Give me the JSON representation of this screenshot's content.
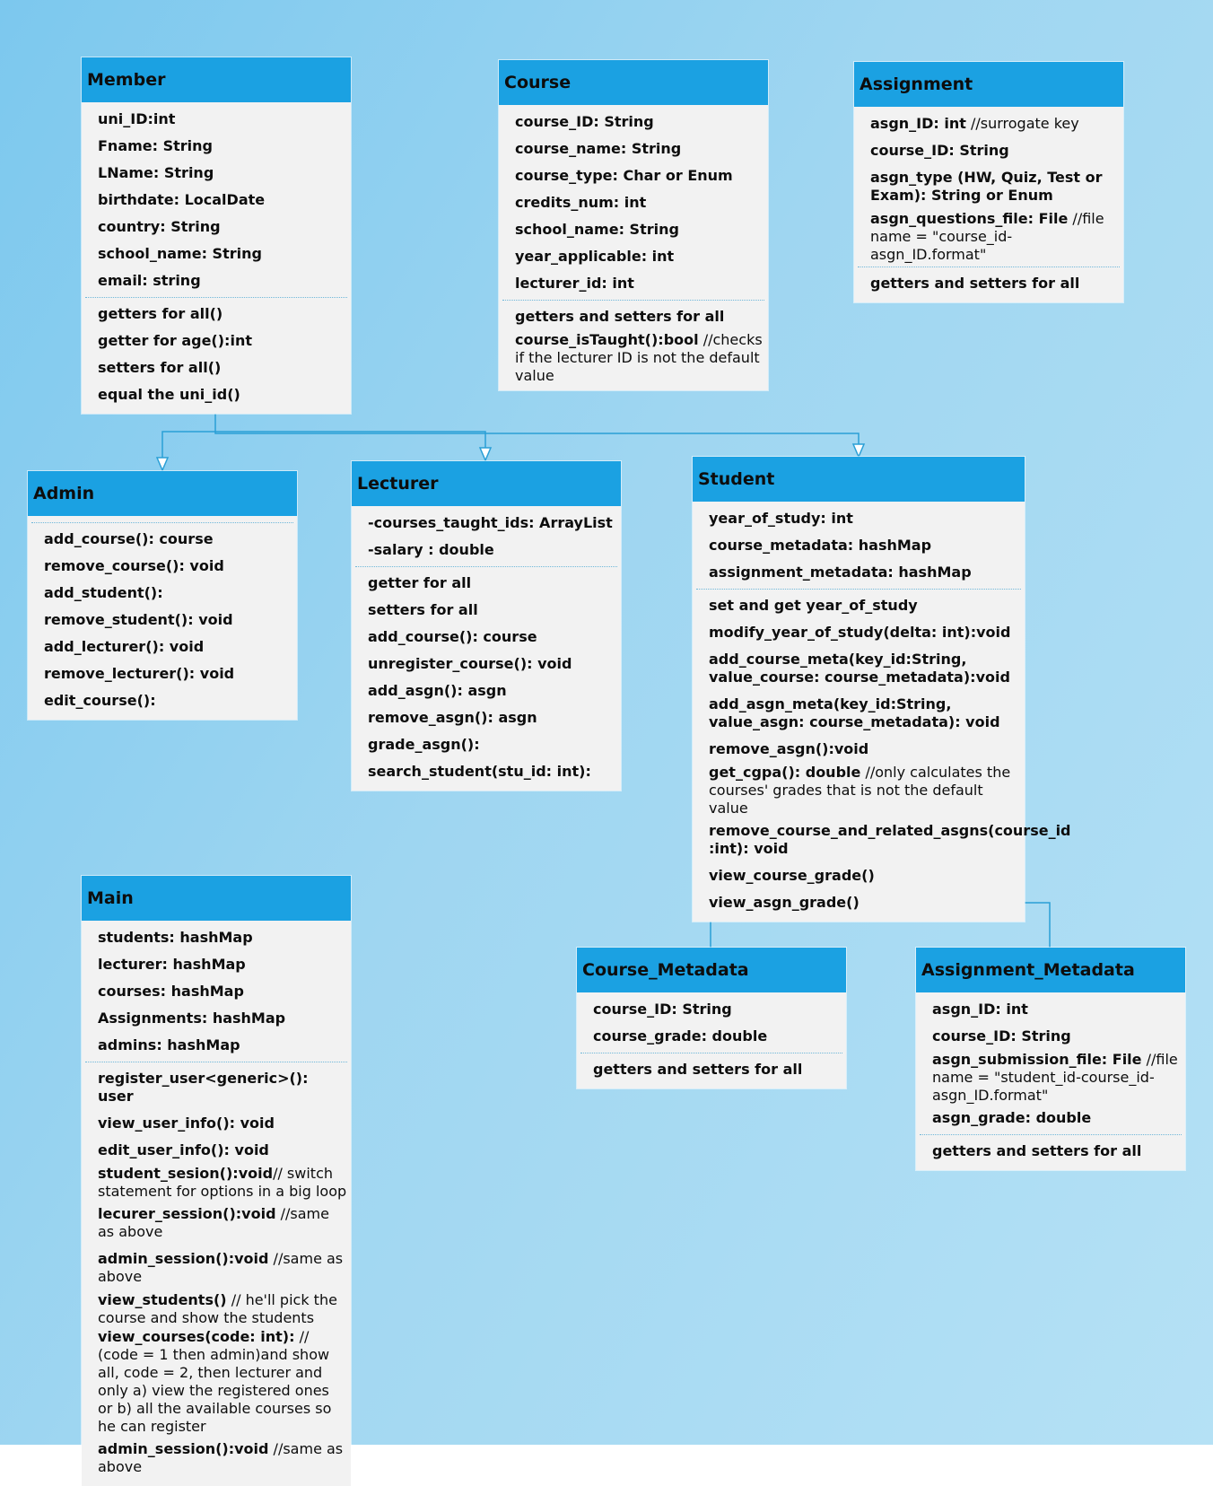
{
  "classes": {
    "member": {
      "name": "Member",
      "attributes": [
        {
          "b": "uni_ID:int"
        },
        {
          "b": "Fname: String"
        },
        {
          "b": "LName: String"
        },
        {
          "b": "birthdate: LocalDate"
        },
        {
          "b": "country: String"
        },
        {
          "b": "school_name: String"
        },
        {
          "b": "email: string"
        }
      ],
      "methods": [
        {
          "b": "getters for all()"
        },
        {
          "b": "getter for age():int"
        },
        {
          "b": "setters for all()"
        },
        {
          "b": "equal the uni_id()"
        }
      ]
    },
    "course": {
      "name": "Course",
      "attributes": [
        {
          "b": "course_ID: String"
        },
        {
          "b": "course_name: String"
        },
        {
          "b": "course_type: Char or Enum"
        },
        {
          "b": "credits_num: int"
        },
        {
          "b": "school_name: String"
        },
        {
          "b": "year_applicable: int"
        },
        {
          "b": "lecturer_id: int"
        }
      ],
      "methods": [
        {
          "b": "getters and setters for all"
        },
        {
          "b": "course_isTaught():bool",
          "c": " //checks if the lecturer ID is not the default value"
        }
      ]
    },
    "assignment": {
      "name": "Assignment",
      "attributes": [
        {
          "b": "asgn_ID: int",
          "c": " //surrogate key"
        },
        {
          "b": "course_ID: String"
        },
        {
          "b": "asgn_type (HW, Quiz, Test or Exam): String or Enum"
        },
        {
          "b": "asgn_questions_file: File",
          "c": " //file name = \"course_id-asgn_ID.format\""
        }
      ],
      "methods": [
        {
          "b": "getters and setters for all"
        }
      ]
    },
    "admin": {
      "name": "Admin",
      "attributes": [],
      "methods": [
        {
          "b": "add_course(): course"
        },
        {
          "b": "remove_course(): void"
        },
        {
          "b": "add_student():"
        },
        {
          "b": "remove_student(): void"
        },
        {
          "b": "add_lecturer(): void"
        },
        {
          "b": "remove_lecturer(): void"
        },
        {
          "b": "edit_course():"
        }
      ]
    },
    "lecturer": {
      "name": "Lecturer",
      "attributes": [
        {
          "b": "-courses_taught_ids: ArrayList"
        },
        {
          "b": "-salary : double"
        }
      ],
      "methods": [
        {
          "b": "getter for all"
        },
        {
          "b": "setters for all"
        },
        {
          "b": "add_course(): course"
        },
        {
          "b": "unregister_course(): void"
        },
        {
          "b": "add_asgn(): asgn"
        },
        {
          "b": "remove_asgn(): asgn"
        },
        {
          "b": "grade_asgn():"
        },
        {
          "b": "search_student(stu_id: int):"
        }
      ]
    },
    "student": {
      "name": "Student",
      "attributes": [
        {
          "b": "year_of_study: int"
        },
        {
          "b": "course_metadata: hashMap"
        },
        {
          "b": "assignment_metadata: hashMap"
        }
      ],
      "methods": [
        {
          "b": "set and get year_of_study"
        },
        {
          "b": "modify_year_of_study(delta: int):void"
        },
        {
          "b": "add_course_meta(key_id:String, value_course: course_metadata):void"
        },
        {
          "b": "add_asgn_meta(key_id:String, value_asgn: course_metadata): void"
        },
        {
          "b": "remove_asgn():void"
        },
        {
          "b": "get_cgpa(): double",
          "c": " //only calculates the courses' grades that is not the default value"
        },
        {
          "b": "remove_course_and_related_asgns(course_id :int): void"
        },
        {
          "b": "view_course_grade()"
        },
        {
          "b": "view_asgn_grade()"
        }
      ]
    },
    "main": {
      "name": "Main",
      "attributes": [
        {
          "b": "students: hashMap"
        },
        {
          "b": "lecturer: hashMap"
        },
        {
          "b": "courses: hashMap"
        },
        {
          "b": "Assignments: hashMap"
        },
        {
          "b": "admins: hashMap"
        }
      ],
      "methods": [
        {
          "b": "register_user<generic>(): user"
        },
        {
          "b": "view_user_info(): void"
        },
        {
          "b": "edit_user_info(): void"
        },
        {
          "b": "student_sesion():void",
          "c": "// switch statement for options in a big loop"
        },
        {
          "b": "lecurer_session():void",
          "c": " //same as above"
        },
        {
          "b": "admin_session():void",
          "c": " //same as above"
        },
        {
          "b": "view_students()",
          "c": " // he'll pick the course and show the students"
        },
        {
          "b": "view_courses(code: int):",
          "c": " // (code = 1 then admin)and show all, code = 2, then lecturer and only a) view the registered ones or b) all the available courses so he can register"
        },
        {
          "b": "admin_session():void",
          "c": " //same as above"
        }
      ]
    },
    "course_metadata": {
      "name": "Course_Metadata",
      "attributes": [
        {
          "b": "course_ID: String"
        },
        {
          "b": "course_grade: double"
        }
      ],
      "methods": [
        {
          "b": "getters and setters for all"
        }
      ]
    },
    "assignment_metadata": {
      "name": "Assignment_Metadata",
      "attributes": [
        {
          "b": "asgn_ID: int"
        },
        {
          "b": "course_ID: String"
        },
        {
          "b": "asgn_submission_file: File",
          "c": " //file name = \"student_id-course_id-asgn_ID.format\""
        },
        {
          "b": "asgn_grade: double"
        }
      ],
      "methods": [
        {
          "b": "getters and setters for all"
        }
      ]
    }
  },
  "colors": {
    "header": "#1ba1e2",
    "body": "#f2f2f2",
    "edge": "#2a9fd6",
    "background_start": "#7cc8ee",
    "background_end": "#b5e1f5"
  }
}
